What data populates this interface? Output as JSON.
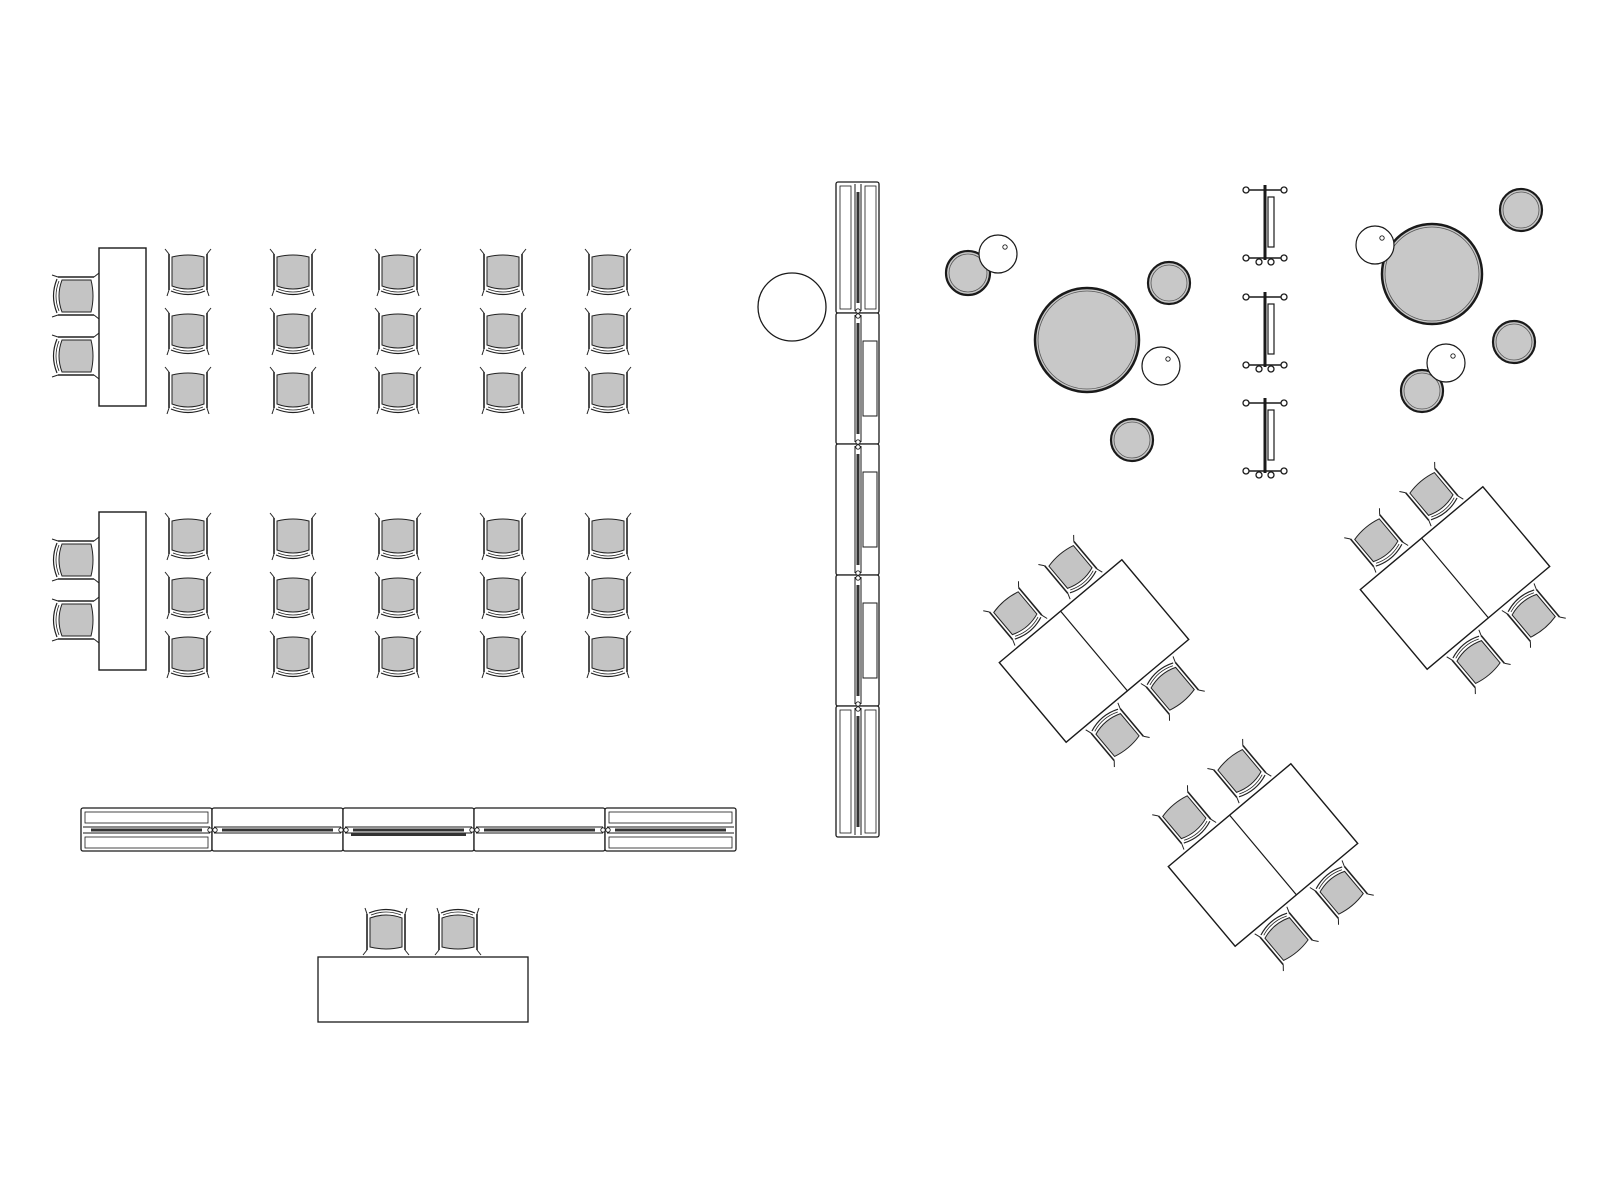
{
  "drawing": {
    "kind": "furniture floor plan, top view",
    "printed_text": []
  },
  "palette": {
    "line": "#1a1a1a",
    "seat_fill": "#c4c4c4",
    "round_table_fill": "#c8c8c8",
    "panel_rail": "#333333",
    "background": "#ffffff"
  },
  "zones": {
    "seating_block_upper": {
      "presenter_chairs": 2,
      "rows": 3,
      "columns": 5
    },
    "seating_block_lower": {
      "presenter_chairs": 2,
      "rows": 3,
      "columns": 5
    },
    "horizontal_partition": {
      "panels": 5
    },
    "front_desk": {
      "chairs": 2
    },
    "vertical_partition": {
      "panels": 5
    },
    "freestanding_round_table": 1,
    "lounge_round_tables": {
      "large": 2,
      "small": 6,
      "white_stools": 4
    },
    "coat_racks": 3,
    "angled_tables": {
      "count": 3,
      "chairs_each": 4,
      "angle_deg": -40
    }
  },
  "icons": [
    "armchair-icon",
    "round-table-icon",
    "stool-icon",
    "coat-rack-icon",
    "partition-panel-icon"
  ]
}
